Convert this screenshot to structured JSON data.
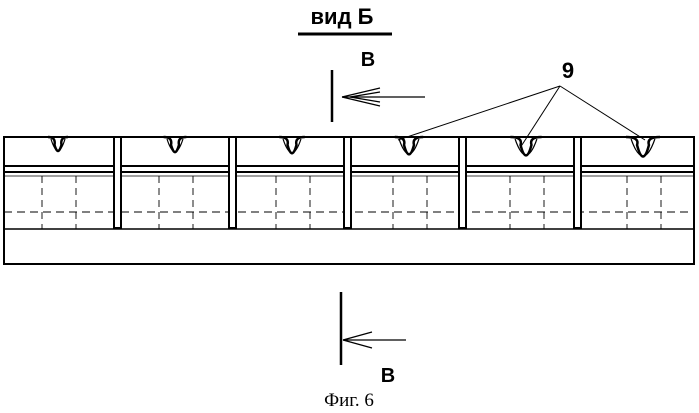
{
  "view_title": "вид Б",
  "section_label_top": "В",
  "section_label_bottom": "В",
  "callout_number": "9",
  "caption": "Фиг. 6",
  "segment_count": 6
}
